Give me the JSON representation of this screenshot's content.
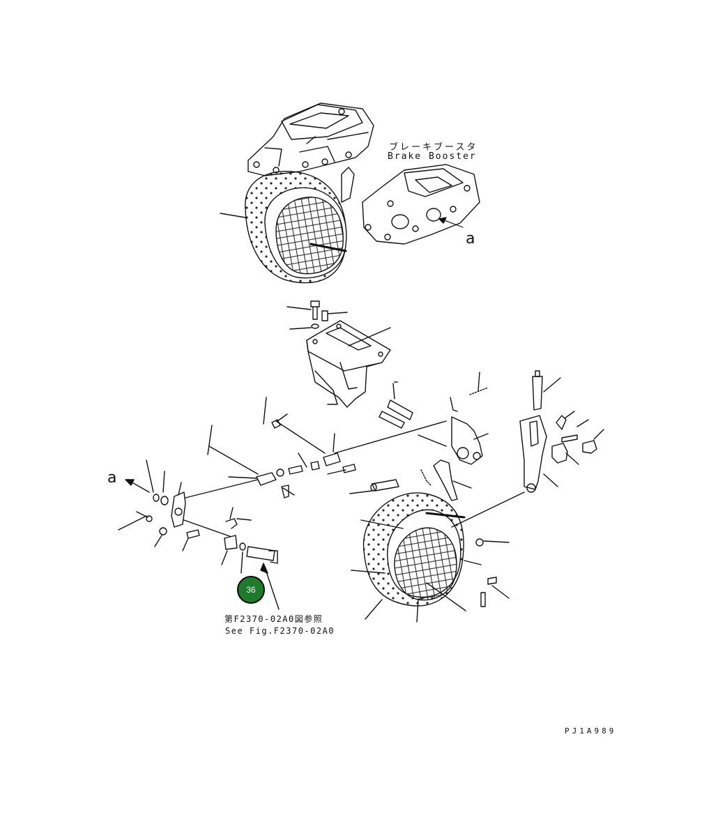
{
  "labels": {
    "brake_booster_jp": "ブレーキブースタ",
    "brake_booster_en": "Brake Booster",
    "view_mark_top": "a",
    "view_mark_left": "a",
    "see_fig_jp": "第F2370-02A0図参照",
    "see_fig_en": "See Fig.F2370-02A0",
    "drawing_code": "PJ1A989"
  },
  "callout": {
    "number": "36",
    "color": "#1f7a2e"
  }
}
